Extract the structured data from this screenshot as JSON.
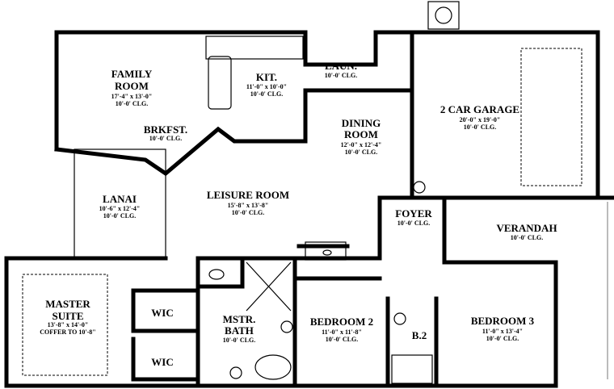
{
  "rooms": {
    "family": {
      "name1": "FAMILY",
      "name2": "ROOM",
      "size": "17'-4\" x 13'-0\"",
      "ceiling": "10'-0' CLG."
    },
    "kitchen": {
      "name": "KIT.",
      "size": "11'-0\" x 10'-0\"",
      "ceiling": "10'-0' CLG."
    },
    "laundry": {
      "name": "LAUN.",
      "ceiling": "10'-0' CLG."
    },
    "breakfast": {
      "name": "BRKFST.",
      "ceiling": "10'-0' CLG."
    },
    "dining": {
      "name1": "DINING",
      "name2": "ROOM",
      "size": "12'-0\" x 12'-4\"",
      "ceiling": "10'-0' CLG."
    },
    "garage": {
      "name": "2 CAR GARAGE",
      "size": "20'-0\" x 19'-0\"",
      "ceiling": "10'-0' CLG."
    },
    "lanai": {
      "name": "LANAI",
      "size": "10'-6\" x 12'-4\"",
      "ceiling": "10'-0' CLG."
    },
    "leisure": {
      "name": "LEISURE ROOM",
      "size": "15'-8\" x 13'-8\"",
      "ceiling": "10'-0' CLG."
    },
    "foyer": {
      "name": "FOYER",
      "ceiling": "10'-0' CLG."
    },
    "verandah": {
      "name": "VERANDAH",
      "ceiling": "10'-0' CLG."
    },
    "master": {
      "name1": "MASTER",
      "name2": "SUITE",
      "size": "13'-8\" x 14'-0\"",
      "ceiling": "COFFER TO 10'-8\""
    },
    "wic1": {
      "name": "WIC"
    },
    "wic2": {
      "name": "WIC"
    },
    "mbath": {
      "name1": "MSTR.",
      "name2": "BATH",
      "ceiling": "10'-0' CLG."
    },
    "bed2": {
      "name": "BEDROOM 2",
      "size": "11'-0\" x 11'-8\"",
      "ceiling": "10'-0' CLG."
    },
    "bath2": {
      "name": "B.2"
    },
    "bed3": {
      "name": "BEDROOM 3",
      "size": "11'-0\" x 13'-4\"",
      "ceiling": "10'-0' CLG."
    }
  }
}
